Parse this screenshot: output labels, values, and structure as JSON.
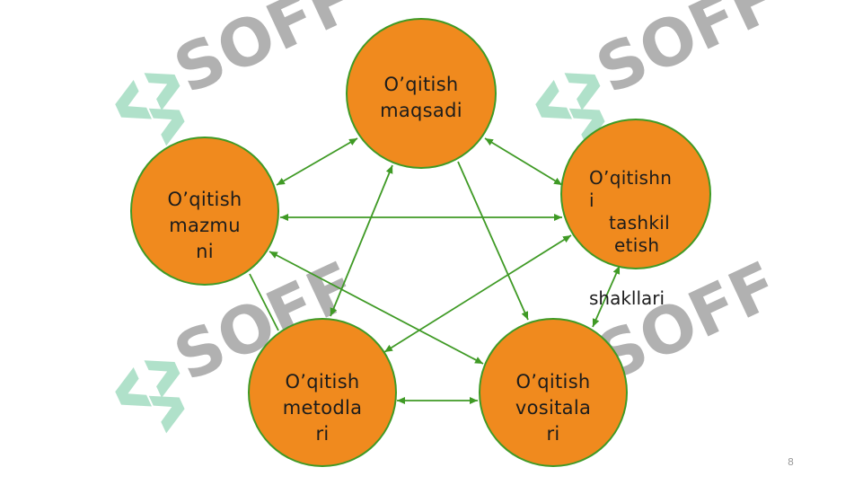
{
  "colors": {
    "node_fill": "#f08a1e",
    "node_stroke": "#3f9a25",
    "arrow": "#3f9a25",
    "watermark_gray": "#a9a9a9",
    "watermark_green": "#a8dec4"
  },
  "nodes": {
    "maqsad": {
      "lines": [
        "O’qitish",
        "maqsadi"
      ]
    },
    "mazmun": {
      "lines": [
        "O’qitish",
        "mazmu",
        "ni"
      ]
    },
    "tashkil": {
      "lines": [
        "O’qitishn",
        "i",
        "tashkil",
        "etish"
      ]
    },
    "metod": {
      "lines": [
        "O’qitish",
        "metodla",
        "ri"
      ]
    },
    "vosita": {
      "lines": [
        "O’qitish",
        "vositala",
        "ri"
      ]
    }
  },
  "extra_label": "shakllari",
  "watermark_text": "SOFF",
  "page_number": "8"
}
